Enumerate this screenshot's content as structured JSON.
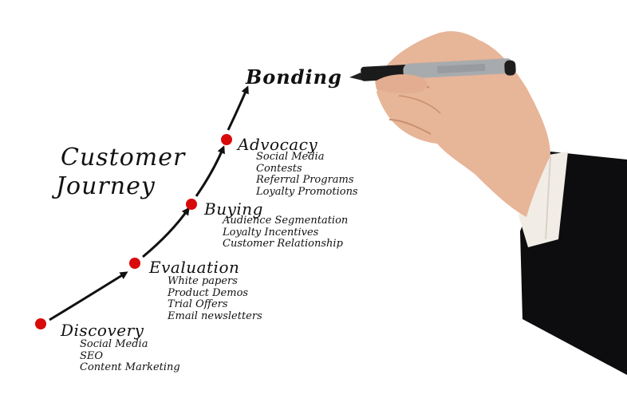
{
  "title": {
    "line1": "Customer",
    "line2": "Journey"
  },
  "stages": [
    {
      "name": "Discovery",
      "items": [
        "Social Media",
        "SEO",
        "Content Marketing"
      ]
    },
    {
      "name": "Evaluation",
      "items": [
        "White papers",
        "Product Demos",
        "Trial Offers",
        "Email newsletters"
      ]
    },
    {
      "name": "Buying",
      "items": [
        "Audience Segmentation",
        "Loyalty Incentives",
        "Customer Relationship"
      ]
    },
    {
      "name": "Advocacy",
      "items": [
        "Social Media",
        "Contests",
        "Referral Programs",
        "Loyalty Promotions"
      ]
    }
  ],
  "top_stage": "Bonding",
  "colors": {
    "dot": "#d90a0a",
    "ink": "#111111",
    "suit": "#0d0d0f",
    "cuff": "#f1ede6",
    "skin": "#e7b598",
    "pen": "#a8abae"
  }
}
